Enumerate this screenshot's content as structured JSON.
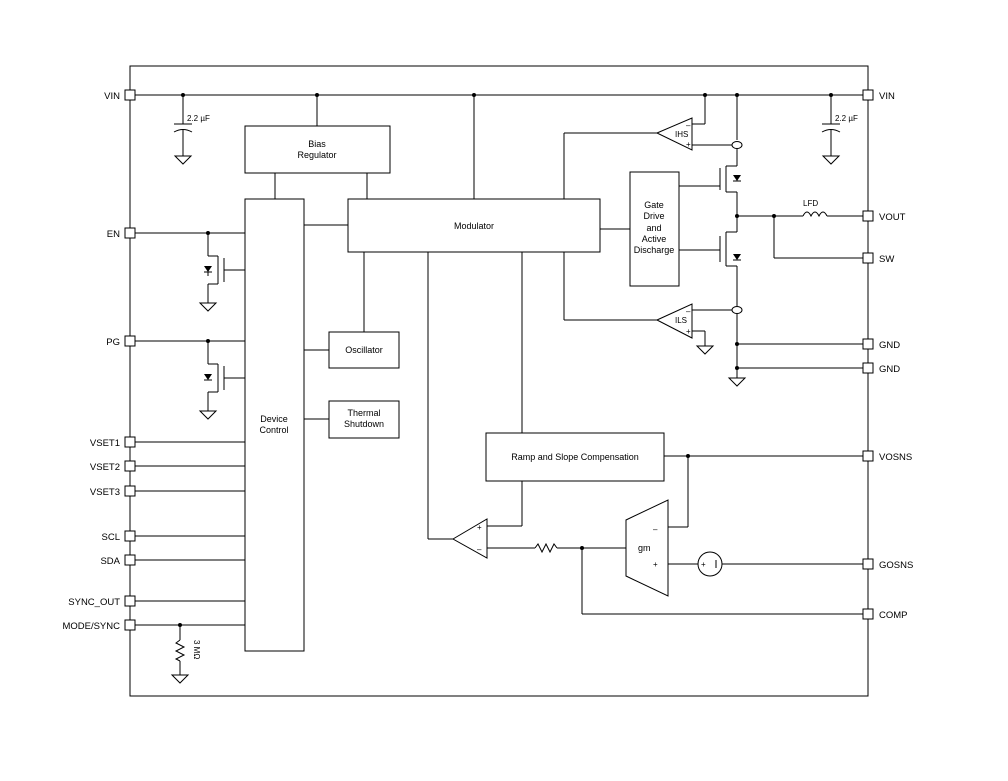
{
  "pins_left": {
    "vin": "VIN",
    "en": "EN",
    "pg": "PG",
    "vset1": "VSET1",
    "vset2": "VSET2",
    "vset3": "VSET3",
    "scl": "SCL",
    "sda": "SDA",
    "sync_out": "SYNC_OUT",
    "mode_sync": "MODE/SYNC"
  },
  "pins_right": {
    "vin": "VIN",
    "vout": "VOUT",
    "sw": "SW",
    "gnd1": "GND",
    "gnd2": "GND",
    "vosns": "VOSNS",
    "gosns": "GOSNS",
    "comp": "COMP"
  },
  "blocks": {
    "bias_line1": "Bias",
    "bias_line2": "Regulator",
    "modulator": "Modulator",
    "device_line1": "Device",
    "device_line2": "Control",
    "oscillator": "Oscillator",
    "thermal_line1": "Thermal",
    "thermal_line2": "Shutdown",
    "gate_line1": "Gate",
    "gate_line2": "Drive",
    "gate_line3": "and",
    "gate_line4": "Active",
    "gate_line5": "Discharge",
    "ramp": "Ramp and Slope Compensation",
    "gm": "gm"
  },
  "components": {
    "cap_left": "2.2 µF",
    "cap_right": "2.2 µF",
    "inductor": "LFD",
    "resistor": "3 MΩ",
    "ihs": "IHS",
    "ils": "ILS",
    "plus": "+",
    "minus": "–"
  }
}
